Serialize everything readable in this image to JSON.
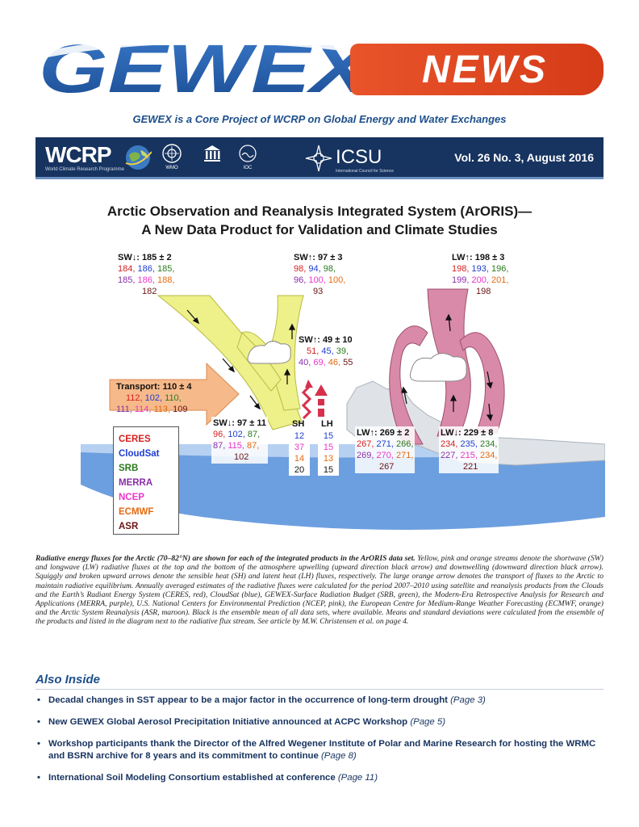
{
  "masthead": {
    "logo_text": "GEWEX",
    "news_label": "NEWS",
    "tagline": "GEWEX is a Core Project of WCRP on Global Energy and Water Exchanges"
  },
  "partner_bar": {
    "wcrp_label": "WCRP",
    "wcrp_sub": "World Climate Research Programme",
    "wmo_label": "WMO",
    "ioc_label": "IOC",
    "icsu_label": "ICSU",
    "icsu_sub": "International Council for Science",
    "issue": "Vol. 26  No. 3, August 2016"
  },
  "headline": {
    "line1": "Arctic Observation and Reanalysis Integrated System (ArORIS)—",
    "line2": "A New Data Product for Validation and Climate Studies"
  },
  "figure": {
    "colors": {
      "sw_stream": "#eef08a",
      "lw_stream": "#d98aa8",
      "transport": "#f6b98a",
      "sky": "#ffffff",
      "ocean": "#5f97dd",
      "ice": "#d8dde3"
    },
    "sw_down_toa": {
      "title": "SW↓: 185 ± 2",
      "vals": [
        "184,",
        "186,",
        "185,",
        "185,",
        "186,",
        "188,",
        "182"
      ]
    },
    "sw_up_toa": {
      "title": "SW↑: 97 ± 3",
      "vals": [
        "98,",
        "94,",
        "98,",
        "96,",
        "100,",
        "100,",
        "93"
      ]
    },
    "lw_up_toa": {
      "title": "LW↑: 198 ± 3",
      "vals": [
        "198,",
        "193,",
        "196,",
        "199,",
        "200,",
        "201,",
        "198"
      ]
    },
    "sw_up_mid": {
      "title": "SW↑: 49 ± 10",
      "vals": [
        "51,",
        "45,",
        "39,",
        "40,",
        "69,",
        "46,",
        "55"
      ]
    },
    "transport": {
      "title": "Transport: 110 ± 4",
      "vals": [
        "112,",
        "102,",
        "110,",
        "111,",
        "114,",
        "113,",
        "109"
      ]
    },
    "sw_down_sfc": {
      "title": "SW↓: 97 ± 11",
      "vals": [
        "96,",
        "102,",
        "87,",
        "87,",
        "115,",
        "87,",
        "102"
      ]
    },
    "sh": {
      "title": "SH",
      "vals": [
        "12",
        "37",
        "14",
        "20"
      ]
    },
    "lh": {
      "title": "LH",
      "vals": [
        "15",
        "15",
        "13",
        "15"
      ]
    },
    "lw_up_sfc": {
      "title": "LW↑: 269 ± 2",
      "vals": [
        "267,",
        "271,",
        "266,",
        "269,",
        "270,",
        "271,",
        "267"
      ]
    },
    "lw_down_sfc": {
      "title": "LW↓: 229 ± 8",
      "vals": [
        "234,",
        "235,",
        "234,",
        "227,",
        "215,",
        "234,",
        "221"
      ]
    },
    "legend": [
      "CERES",
      "CloudSat",
      "SRB",
      "MERRA",
      "NCEP",
      "ECMWF",
      "ASR"
    ]
  },
  "caption": {
    "lead": "Radiative energy fluxes for the Arctic (70–82°N) are shown for each of the integrated products in the ArORIS data set.",
    "body": " Yellow, pink and orange streams denote the shortwave (SW) and longwave (LW) radiative fluxes at the top and the bottom of the atmosphere upwelling (upward direction black arrow) and downwelling (downward direction black arrow). Squiggly and broken upward arrows denote the sensible heat (SH) and latent heat (LH) fluxes, respectively. The large orange arrow denotes the transport of fluxes to the Arctic to maintain radiative equilibrium. Annually averaged estimates of the radiative fluxes were calculated for the period 2007–2010 using satellite and reanalysis products from the Clouds and the Earth’s Radiant Energy System (CERES, red), CloudSat (blue), GEWEX-Surface Radiation Budget (SRB, green), the Modern-Era Retrospective Analysis for Research and Applications (MERRA, purple), U.S. National Centers for Environmental Prediction (NCEP, pink), the European Centre for Medium-Range Weather Forecasting (ECMWF, orange) and the Arctic System Reanalysis (ASR, maroon). Black is the ensemble mean of all data sets, where available. Means and standard deviations were calculated from the ensemble of the products and listed in the diagram next to the radiative flux stream. See article by M.W. Christensen et al. on page 4."
  },
  "also_inside": {
    "title": "Also Inside",
    "items": [
      {
        "text": "Decadal changes in SST appear to be a major factor in the occurrence of long-term drought",
        "page": "(Page 3)"
      },
      {
        "text": "New GEWEX Global Aerosol Precipitation Initiative announced at ACPC Workshop",
        "page": "(Page 5)"
      },
      {
        "text": "Workshop participants thank the Director of the Alfred Wegener Institute of Polar and Marine Research for hosting the WRMC and BSRN archive for 8 years and its commitment to continue",
        "page": "(Page 8)"
      },
      {
        "text": "International Soil Modeling Consortium established at conference",
        "page": "(Page 11)"
      }
    ]
  }
}
